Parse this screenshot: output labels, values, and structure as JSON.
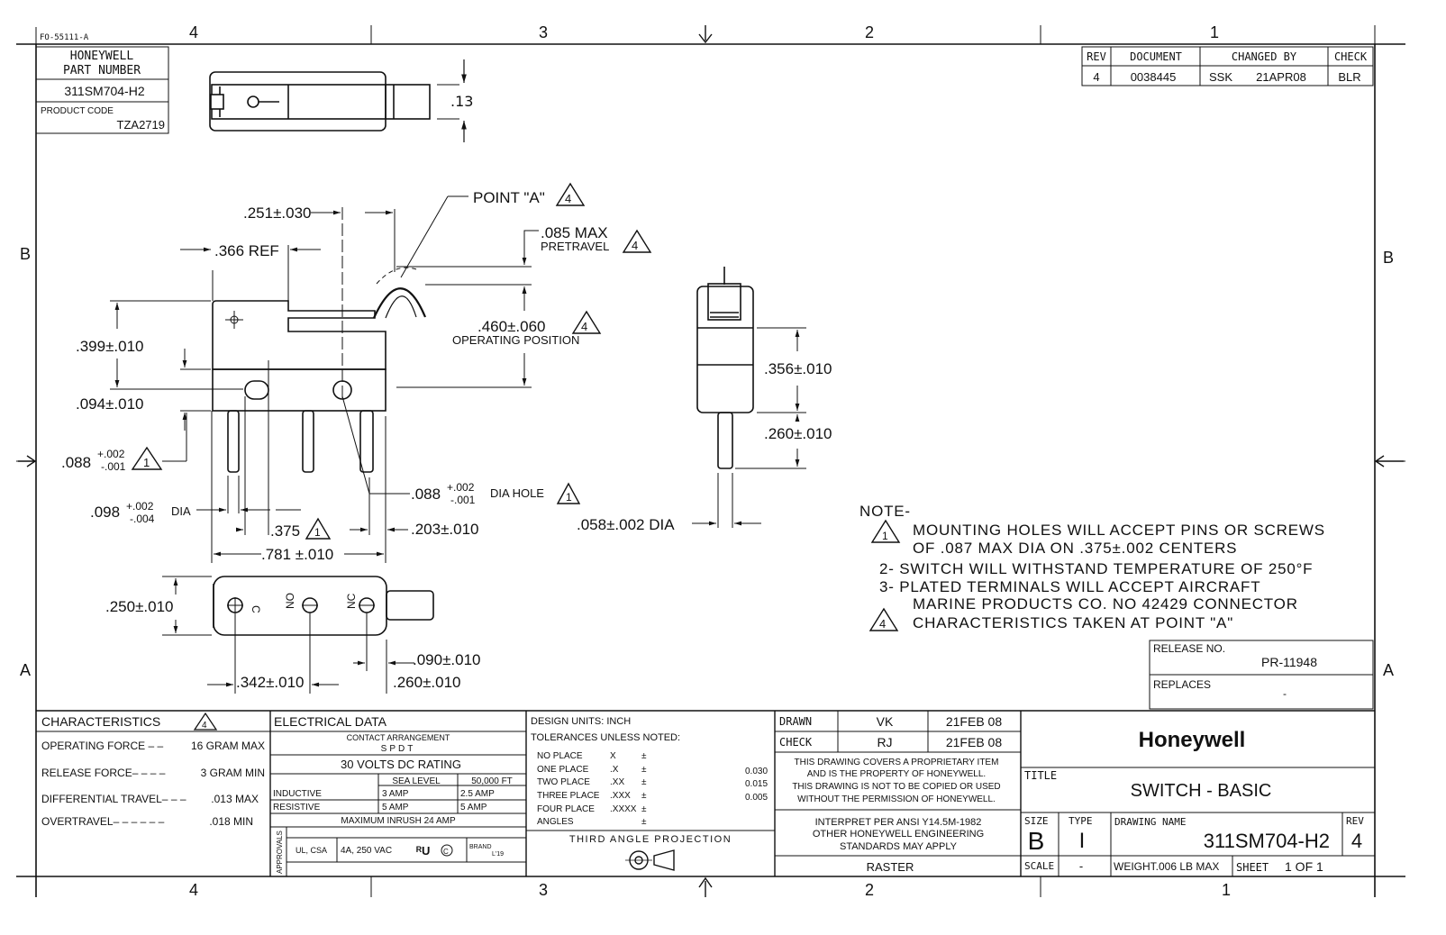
{
  "form_id": "FO-55111-A",
  "zones": {
    "top": [
      "4",
      "3",
      "2",
      "1"
    ],
    "side_top": "B",
    "side_bottom": "A"
  },
  "part_box": {
    "header1": "HONEYWELL",
    "header2": "PART NUMBER",
    "part_number": "311SM704-H2",
    "product_code_label": "PRODUCT CODE",
    "product_code": "TZA2719"
  },
  "revision": {
    "headers": [
      "REV",
      "DOCUMENT",
      "CHANGED BY",
      "CHECK"
    ],
    "rev": "4",
    "document": "0038445",
    "changed_by": "SSK",
    "changed_date": "21APR08",
    "check": "BLR"
  },
  "dims": {
    "d13": ".13",
    "point_a": "POINT \"A\"",
    "pretravel_max": ".085 MAX",
    "pretravel": "PRETRAVEL",
    "d251": ".251±.030",
    "d366": ".366 REF",
    "d460": ".460±.060",
    "operating": "OPERATING POSITION",
    "d399": ".399±.010",
    "d094": ".094±.010",
    "d088": ".088",
    "tol_p002": "+.002",
    "tol_m001": "-.001",
    "tol_m004": "-.004",
    "d098": ".098",
    "dia": "DIA",
    "dia_hole": "DIA HOLE",
    "d375": ".375",
    "d203": ".203±.010",
    "d781": ".781 ±.010",
    "d250": ".250±.010",
    "d090": ".090±.010",
    "d342": ".342±.010",
    "d260b": ".260±.010",
    "d356": ".356±.010",
    "d260s": ".260±.010",
    "d058": ".058±.002 DIA",
    "tri4": "4",
    "tri1": "1"
  },
  "terminals": {
    "c": "C",
    "no": "NO",
    "nc": "NC"
  },
  "notes": {
    "title": "NOTE-",
    "n1a": "MOUNTING HOLES WILL ACCEPT PINS OR SCREWS",
    "n1b": "OF .087 MAX DIA ON .375±.002 CENTERS",
    "n2": "2- SWITCH WILL WITHSTAND TEMPERATURE OF 250°F",
    "n3a": "3- PLATED TERMINALS WILL ACCEPT AIRCRAFT",
    "n3b": "MARINE PRODUCTS CO. NO 42429 CONNECTOR",
    "n4": "CHARACTERISTICS TAKEN AT POINT \"A\""
  },
  "release": {
    "label": "RELEASE NO.",
    "value": "PR-11948",
    "replaces_label": "REPLACES",
    "replaces": "-"
  },
  "characteristics": {
    "title": "CHARACTERISTICS",
    "rows": [
      {
        "label": "OPERATING FORCE – –",
        "value": "16 GRAM MAX"
      },
      {
        "label": "RELEASE FORCE– – – –",
        "value": "3 GRAM MIN"
      },
      {
        "label": "DIFFERENTIAL TRAVEL– – –",
        "value": ".013 MAX"
      },
      {
        "label": "OVERTRAVEL– – – – – –",
        "value": ".018 MIN"
      }
    ]
  },
  "electrical": {
    "title": "ELECTRICAL DATA",
    "contact_arrangement": "CONTACT ARRANGEMENT",
    "spdt": "SPDT",
    "rating": "30 VOLTS DC RATING",
    "col_sea": "SEA LEVEL",
    "col_alt": "50,000 FT",
    "inductive": "INDUCTIVE",
    "ind_sea": "3 AMP",
    "ind_alt": "2.5 AMP",
    "resistive": "RESISTIVE",
    "res_sea": "5 AMP",
    "res_alt": "5 AMP",
    "inrush": "MAXIMUM INRUSH   24 AMP",
    "approvals": "APPROVALS",
    "ul_csa": "UL, CSA",
    "ul_rating": "4A, 250 VAC",
    "brand": "BRAND",
    "brand_year": "L'19"
  },
  "tolerances": {
    "design_units": "DESIGN UNITS:  INCH",
    "unless": "TOLERANCES UNLESS NOTED:",
    "rows": [
      {
        "place": "NO PLACE",
        "fmt": "X",
        "pm": "±",
        "tol": ""
      },
      {
        "place": "ONE PLACE",
        "fmt": ".X",
        "pm": "±",
        "tol": "0.030"
      },
      {
        "place": "TWO PLACE",
        "fmt": ".XX",
        "pm": "±",
        "tol": "0.015"
      },
      {
        "place": "THREE PLACE",
        "fmt": ".XXX",
        "pm": "±",
        "tol": "0.005"
      },
      {
        "place": "FOUR PLACE",
        "fmt": ".XXXX",
        "pm": "±",
        "tol": ""
      },
      {
        "place": "ANGLES",
        "fmt": "",
        "pm": "±",
        "tol": ""
      }
    ],
    "projection": "THIRD ANGLE PROJECTION"
  },
  "drawn": {
    "label": "DRAWN",
    "by": "VK",
    "date": "21FEB 08"
  },
  "check": {
    "label": "CHECK",
    "by": "RJ",
    "date": "21FEB 08"
  },
  "proprietary": [
    "THIS DRAWING COVERS A PROPRIETARY ITEM",
    "AND IS THE PROPERTY OF HONEYWELL.",
    "THIS DRAWING IS NOT TO BE COPIED OR USED",
    "WITHOUT THE PERMISSION OF HONEYWELL."
  ],
  "interpret": [
    "INTERPRET PER ANSI Y14.5M-1982",
    "OTHER HONEYWELL ENGINEERING",
    "STANDARDS MAY APPLY"
  ],
  "raster": "RASTER",
  "company": "Honeywell",
  "title_label": "TITLE",
  "title": "SWITCH - BASIC",
  "size_label": "SIZE",
  "size": "B",
  "type_label": "TYPE",
  "type": "I",
  "drawing_name_label": "DRAWING NAME",
  "drawing_name": "311SM704-H2",
  "rev_label": "REV",
  "rev": "4",
  "scale_label": "SCALE",
  "scale": "-",
  "weight": "WEIGHT.006 LB MAX",
  "sheet_label": "SHEET",
  "sheet": "1 OF 1"
}
